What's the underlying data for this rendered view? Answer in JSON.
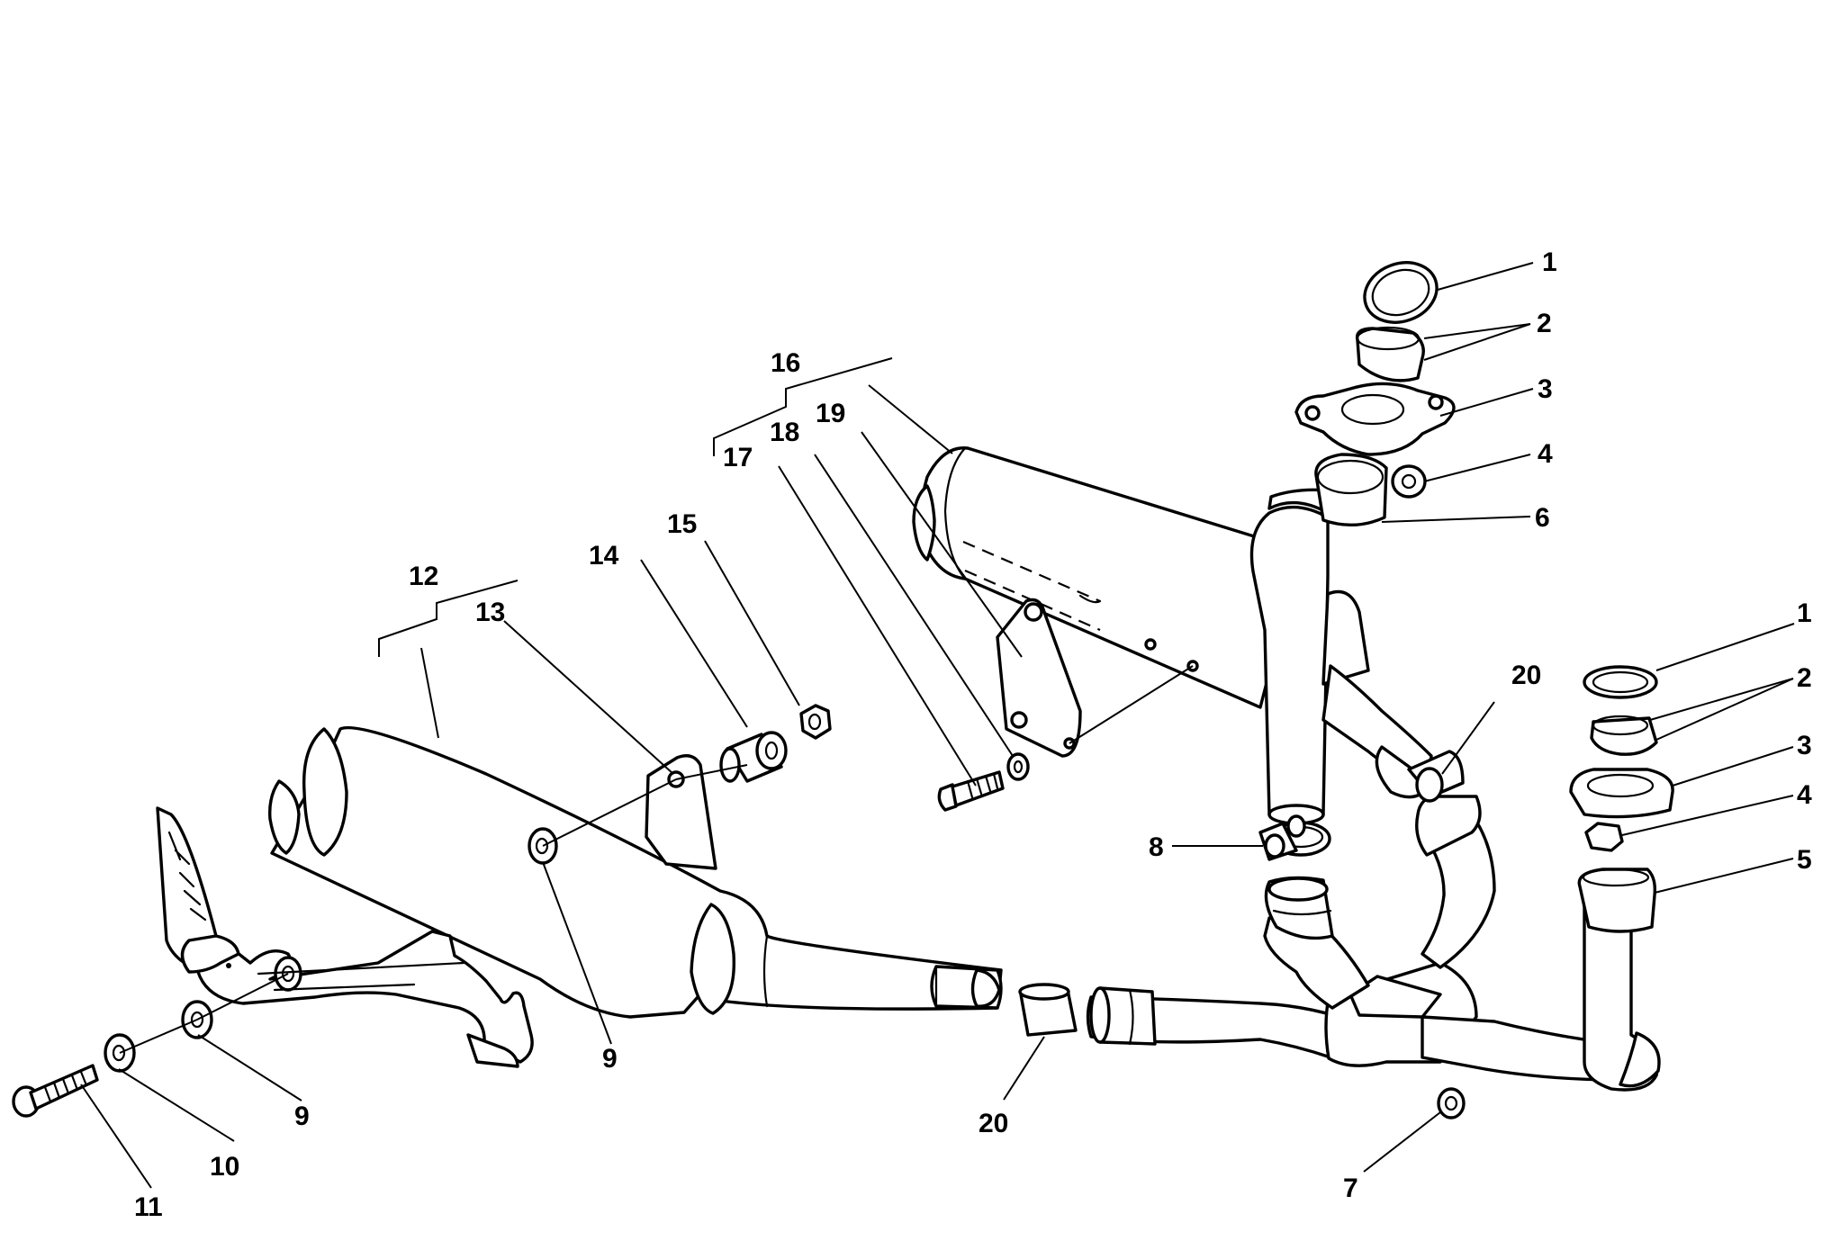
{
  "callouts": {
    "c1a": "1",
    "c2a": "2",
    "c3a": "3",
    "c4a": "4",
    "c6a": "6",
    "c1b": "1",
    "c2b": "2",
    "c3b": "3",
    "c4b": "4",
    "c5b": "5",
    "c7": "7",
    "c8": "8",
    "c9a": "9",
    "c9b": "9",
    "c10": "10",
    "c11": "11",
    "c12": "12",
    "c13": "13",
    "c14": "14",
    "c15": "15",
    "c16": "16",
    "c17": "17",
    "c18": "18",
    "c19": "19",
    "c20a": "20",
    "c20b": "20"
  }
}
